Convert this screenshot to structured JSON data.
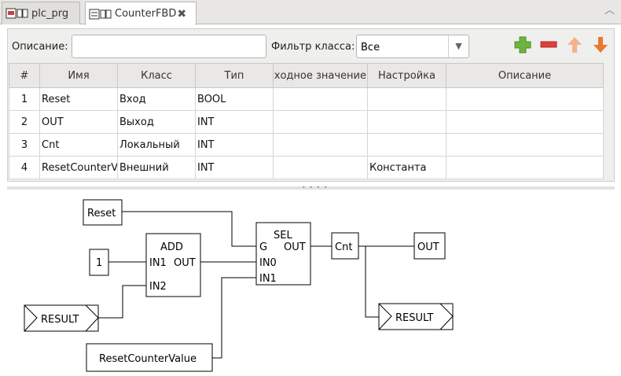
{
  "tabs": [
    {
      "label": "plc_prg",
      "icon": "program-icon"
    },
    {
      "label": "CounterFBD",
      "icon": "function-block-icon",
      "active": true
    }
  ],
  "filter": {
    "description_label": "Описание:",
    "description_value": "",
    "class_filter_label": "Фильтр класса:",
    "class_filter_value": "Все"
  },
  "toolbar": {
    "add": "add-icon",
    "remove": "remove-icon",
    "up": "arrow-up-icon",
    "down": "arrow-down-icon"
  },
  "table": {
    "columns": [
      "#",
      "Имя",
      "Класс",
      "Тип",
      "Исходное значение",
      "Настройка",
      "Описание"
    ],
    "rows": [
      [
        "1",
        "Reset",
        "Вход",
        "BOOL",
        "",
        "",
        ""
      ],
      [
        "2",
        "OUT",
        "Выход",
        "INT",
        "",
        "",
        ""
      ],
      [
        "3",
        "Cnt",
        "Локальный",
        "INT",
        "",
        "",
        ""
      ],
      [
        "4",
        "ResetCounterValue",
        "Внешний",
        "INT",
        "",
        "Константа",
        ""
      ]
    ]
  },
  "diagram": {
    "var_reset": "Reset",
    "const_1": "1",
    "var_result_in": "RESULT",
    "var_resetcountervalue": "ResetCounterValue",
    "add_block": {
      "name": "ADD",
      "in1": "IN1",
      "in2": "IN2",
      "out": "OUT"
    },
    "sel_block": {
      "name": "SEL",
      "g": "G",
      "in0": "IN0",
      "in1": "IN1",
      "out": "OUT"
    },
    "var_cnt": "Cnt",
    "var_out": "OUT",
    "var_result_out": "RESULT"
  },
  "colors": {
    "add": "#6db33f",
    "remove": "#d9413a",
    "up": "#f2b38a",
    "down": "#e8782a"
  }
}
